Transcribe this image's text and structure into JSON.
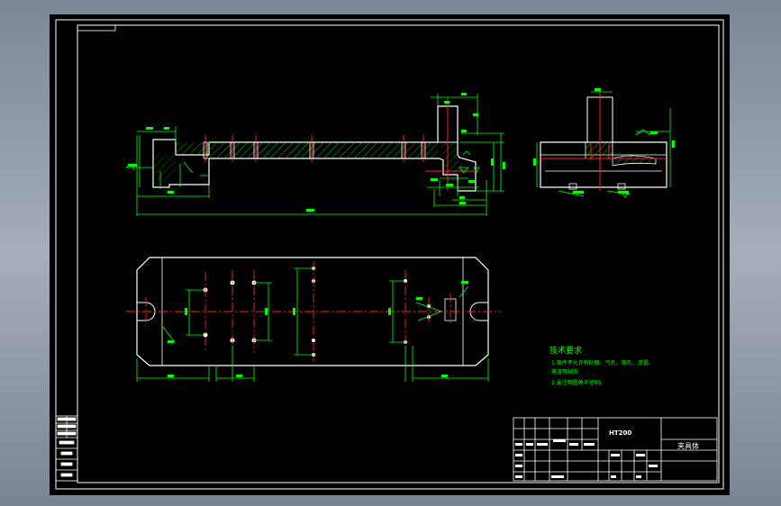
{
  "drawing": {
    "roughness_symbol": "",
    "tech_requirements": {
      "title": "技术要求",
      "lines": [
        "1 铸件不允许有砂眼、气孔、缩孔、渗漏、",
        "夹渣等缺陷",
        "2 未注明圆角半径R5"
      ]
    },
    "title_block": {
      "material": "HT200",
      "part_name": "夹具体"
    }
  },
  "colors": {
    "background": "#000000",
    "border": "#ffffff",
    "outline": "#ffffff",
    "dimension": "#00ff00",
    "centerline": "#ff2020",
    "hatch": "#00c800",
    "tech_text": "#00ff00"
  }
}
